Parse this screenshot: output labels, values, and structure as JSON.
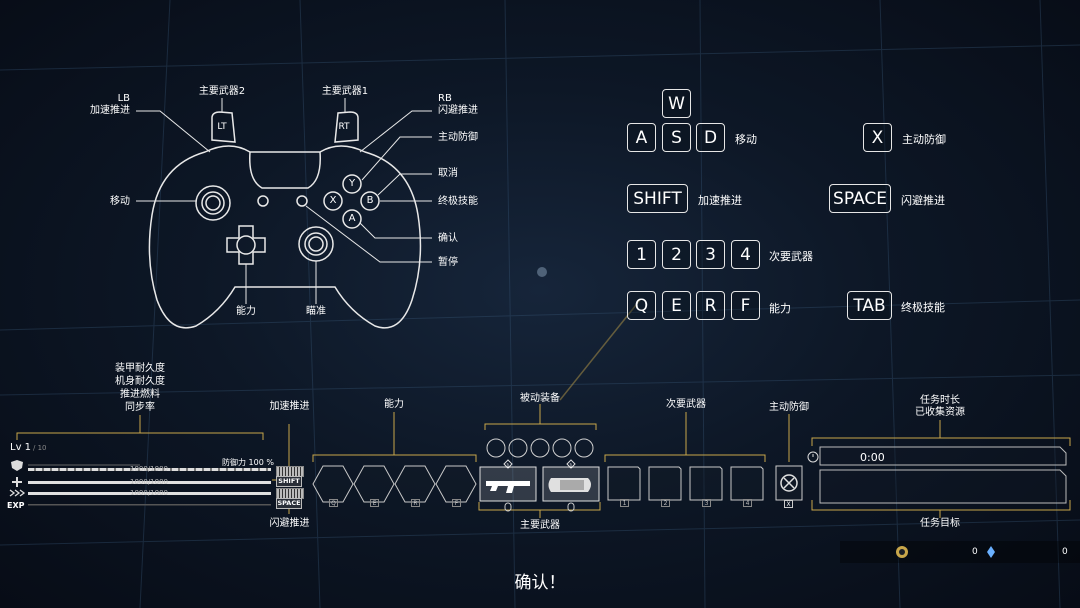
{
  "gamepad": {
    "lb": "LB",
    "lb_action": "加速推进",
    "lt_weapon": "主要武器2",
    "rt_weapon": "主要武器1",
    "rb": "RB",
    "rb_action": "闪避推进",
    "lt": "LT",
    "rt": "RT",
    "left_stick": "移动",
    "dpad": "能力",
    "right_stick": "瞄准",
    "btn_y_action": "主动防御",
    "btn_x_action": "取消",
    "btn_b_action": "终极技能",
    "btn_a_action": "确认",
    "menu_action": "暂停",
    "btn_y": "Y",
    "btn_x": "X",
    "btn_b": "B",
    "btn_a": "A"
  },
  "keyboard": {
    "move_keys": [
      "W",
      "A",
      "S",
      "D"
    ],
    "move_label": "移动",
    "defense_key": "X",
    "defense_label": "主动防御",
    "shift_key": "SHIFT",
    "shift_label": "加速推进",
    "space_key": "SPACE",
    "space_label": "闪避推进",
    "secondary_keys": [
      "1",
      "2",
      "3",
      "4"
    ],
    "secondary_label": "次要武器",
    "ability_keys": [
      "Q",
      "E",
      "R",
      "F"
    ],
    "ability_label": "能力",
    "tab_key": "TAB",
    "tab_label": "终极技能"
  },
  "hud": {
    "status_header": [
      "装甲耐久度",
      "机身耐久度",
      "推进燃料",
      "同步率"
    ],
    "level_label": "Lv 1",
    "level_max": "/ 10",
    "defense_label": "防御力 100 %",
    "armor_value": "1000/1000",
    "hull_value": "1000/1000",
    "fuel_value": "1000/1000",
    "exp_label": "EXP",
    "boost_label": "加速推进",
    "dodge_label": "闪避推进",
    "shift_btn": "SHIFT",
    "space_btn": "SPACE",
    "ability_label": "能力",
    "ability_keys": [
      "Q",
      "E",
      "R",
      "F"
    ],
    "passive_label": "被动装备",
    "primary_label": "主要武器",
    "primary_keys": [
      "1",
      "1"
    ],
    "secondary_label": "次要武器",
    "secondary_keys": [
      "1",
      "2",
      "3",
      "4"
    ],
    "defense_slot_label": "主动防御",
    "defense_key": "X",
    "mission_header": [
      "任务时长",
      "已收集资源"
    ],
    "mission_time": "0:00",
    "mission_target_label": "任务目标",
    "resource_a": "0",
    "resource_b": "0"
  },
  "confirm_text": "确认！",
  "colors": {
    "accent_gold": "#c8a64a",
    "line_white": "#e8e8e8"
  }
}
